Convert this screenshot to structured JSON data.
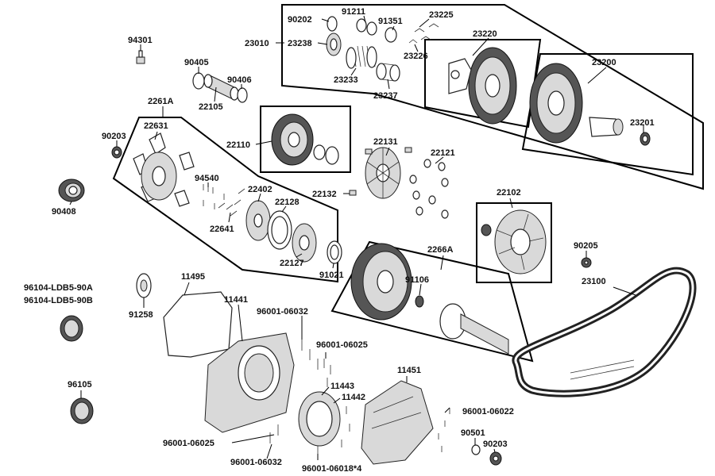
{
  "labels": {
    "p90202": "90202",
    "p91211": "91211",
    "p91351": "91351",
    "p23225": "23225",
    "p23010": "23010",
    "p23238": "23238",
    "p23226": "23226",
    "p23233": "23233",
    "p23237": "23237",
    "p23220": "23220",
    "p23200": "23200",
    "p23201": "23201",
    "p94301": "94301",
    "p90405": "90405",
    "p90406": "90406",
    "p22105": "22105",
    "p2261A": "2261A",
    "p22631": "22631",
    "p90203a": "90203",
    "p22110": "22110",
    "p22131": "22131",
    "p22121": "22121",
    "p22132": "22132",
    "p94540": "94540",
    "p22402": "22402",
    "p22128": "22128",
    "p22641": "22641",
    "p22127": "22127",
    "p90408": "90408",
    "p22102": "22102",
    "p90205": "90205",
    "p91021": "91021",
    "p2266A": "2266A",
    "p91106": "91106",
    "p23100": "23100",
    "p96104a": "96104-LDB5-90A",
    "p96104b": "96104-LDB5-90B",
    "p91258": "91258",
    "p11495": "11495",
    "p11441": "11441",
    "p96001_06032a": "96001-06032",
    "p96001_06025a": "96001-06025",
    "p11443": "11443",
    "p11442": "11442",
    "p11451": "11451",
    "p96105": "96105",
    "p96001_06022": "96001-06022",
    "p90501": "90501",
    "p90203b": "90203",
    "p96001_06025b": "96001-06025",
    "p96001_06032b": "96001-06032",
    "p96001_06018": "96001-06018*4"
  }
}
